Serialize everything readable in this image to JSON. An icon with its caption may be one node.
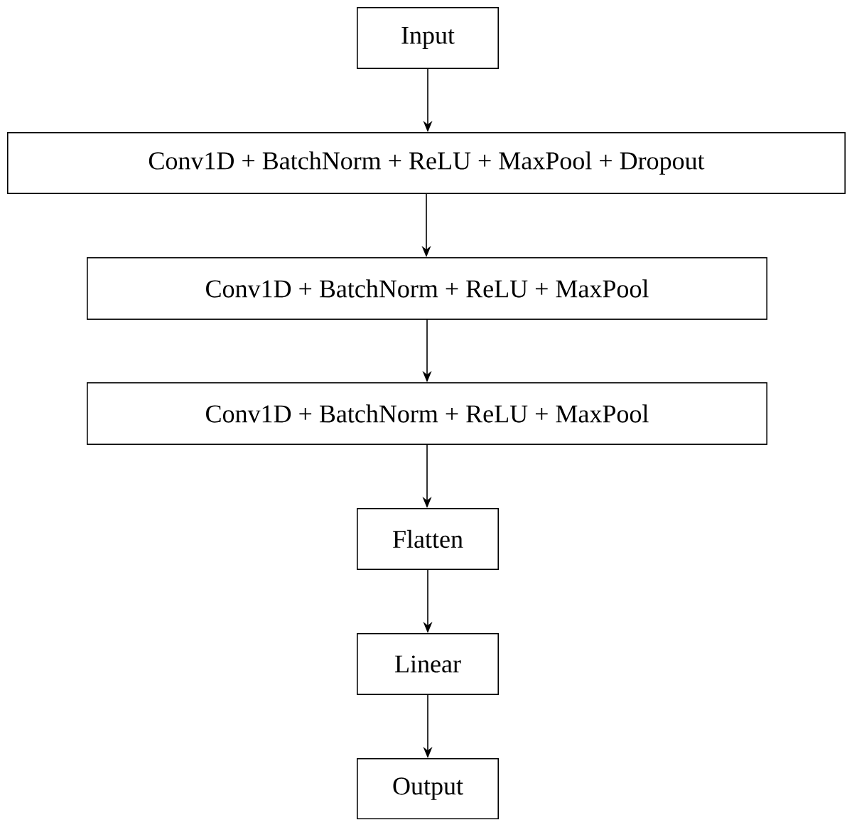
{
  "diagram": {
    "nodes": [
      {
        "text": [
          "Input"
        ]
      },
      {
        "text": [
          "Conv1D + BatchNorm + ReLU + MaxPool + Dropout"
        ]
      },
      {
        "text": [
          "Conv1D + BatchNorm + ReLU + MaxPool"
        ]
      },
      {
        "text": [
          "Conv1D + BatchNorm + ReLU + MaxPool"
        ]
      },
      {
        "text": [
          "Flatten"
        ]
      },
      {
        "text": [
          "Linear"
        ]
      },
      {
        "text": [
          "Output"
        ]
      }
    ],
    "edges": [
      {
        "from": 0,
        "to": 1,
        "arrow": "to"
      },
      {
        "from": 1,
        "to": 2,
        "arrow": "to"
      },
      {
        "from": 2,
        "to": 3,
        "arrow": "to"
      },
      {
        "from": 3,
        "to": 4,
        "arrow": "to"
      },
      {
        "from": 4,
        "to": 5,
        "arrow": "to"
      },
      {
        "from": 5,
        "to": 6,
        "arrow": "to"
      }
    ]
  }
}
